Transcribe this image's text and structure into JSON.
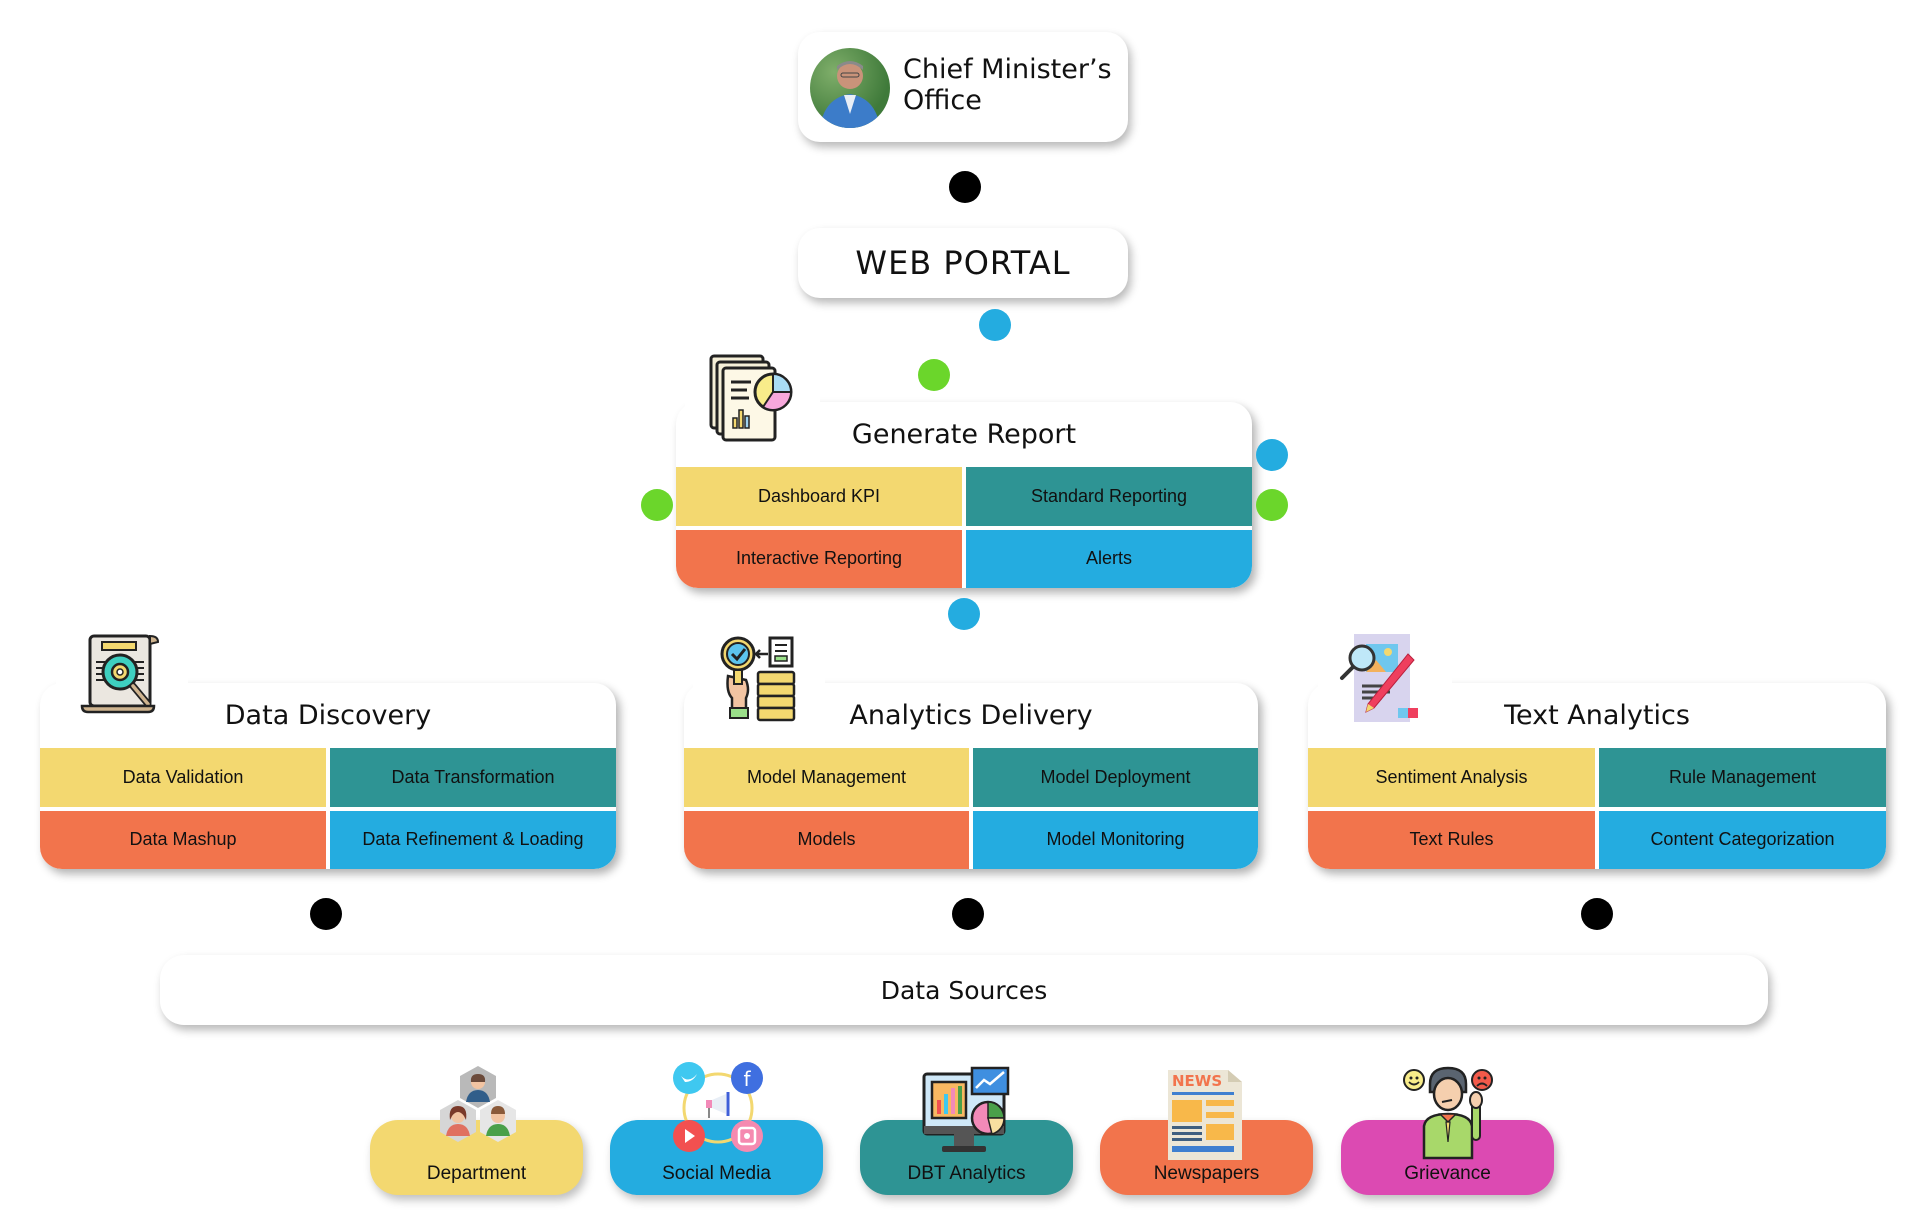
{
  "colors": {
    "yellow": "#F3D870",
    "teal": "#2E9494",
    "orange": "#F2744C",
    "blue": "#24ACE0",
    "pink": "#DC4AB2",
    "green_dot": "#6BD62B",
    "blue_dot": "#24ACE0",
    "black_dot": "#000000"
  },
  "cm_office": {
    "title_line1": "Chief Minister’s",
    "title_line2": "Office",
    "avatar": "person-photo"
  },
  "web_portal": {
    "title": "WEB PORTAL"
  },
  "generate_report": {
    "title": "Generate Report",
    "icon": "report-document-icon",
    "cells": [
      "Dashboard KPI",
      "Standard Reporting",
      "Interactive Reporting",
      "Alerts"
    ]
  },
  "modules": [
    {
      "title": "Data Discovery",
      "icon": "document-gear-search-icon",
      "cells": [
        "Data Validation",
        "Data Transformation",
        "Data Mashup",
        "Data Refinement & Loading"
      ]
    },
    {
      "title": "Analytics Delivery",
      "icon": "magnifier-database-icon",
      "cells": [
        "Model Management",
        "Model Deployment",
        "Models",
        "Model Monitoring"
      ]
    },
    {
      "title": "Text Analytics",
      "icon": "document-pencil-search-icon",
      "cells": [
        "Sentiment Analysis",
        "Rule Management",
        "Text Rules",
        "Content Categorization"
      ]
    }
  ],
  "data_sources": {
    "title": "Data Sources",
    "items": [
      {
        "label": "Department",
        "icon": "people-hexagon-icon",
        "color": "#F3D870"
      },
      {
        "label": "Social Media",
        "icon": "social-media-icon",
        "color": "#24ACE0"
      },
      {
        "label": "DBT Analytics",
        "icon": "monitor-charts-icon",
        "color": "#2E9494"
      },
      {
        "label": "Newspapers",
        "icon": "newspaper-icon",
        "color": "#F2744C"
      },
      {
        "label": "Grievance",
        "icon": "person-feedback-icon",
        "color": "#DC4AB2"
      }
    ]
  }
}
